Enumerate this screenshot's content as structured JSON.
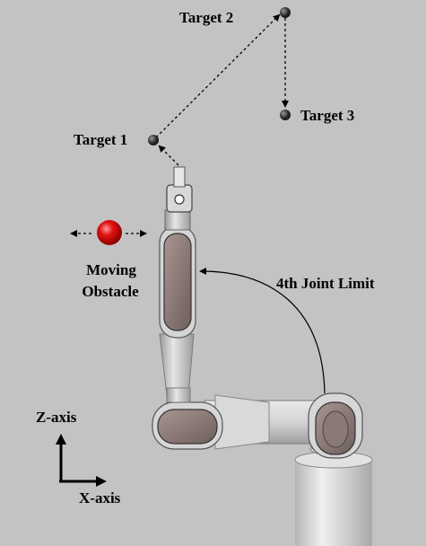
{
  "labels": {
    "target1": "Target 1",
    "target2": "Target 2",
    "target3": "Target 3",
    "obstacle_line1": "Moving",
    "obstacle_line2": "Obstacle",
    "joint_limit": "4th Joint Limit",
    "z_axis": "Z-axis",
    "x_axis": "X-axis"
  },
  "colors": {
    "background": "#c3c3c3",
    "obstacle": "#e00000",
    "target_marker": "#3a3a3a",
    "robot_body": "#d9d9d9",
    "robot_joint": "#8c7b78"
  }
}
